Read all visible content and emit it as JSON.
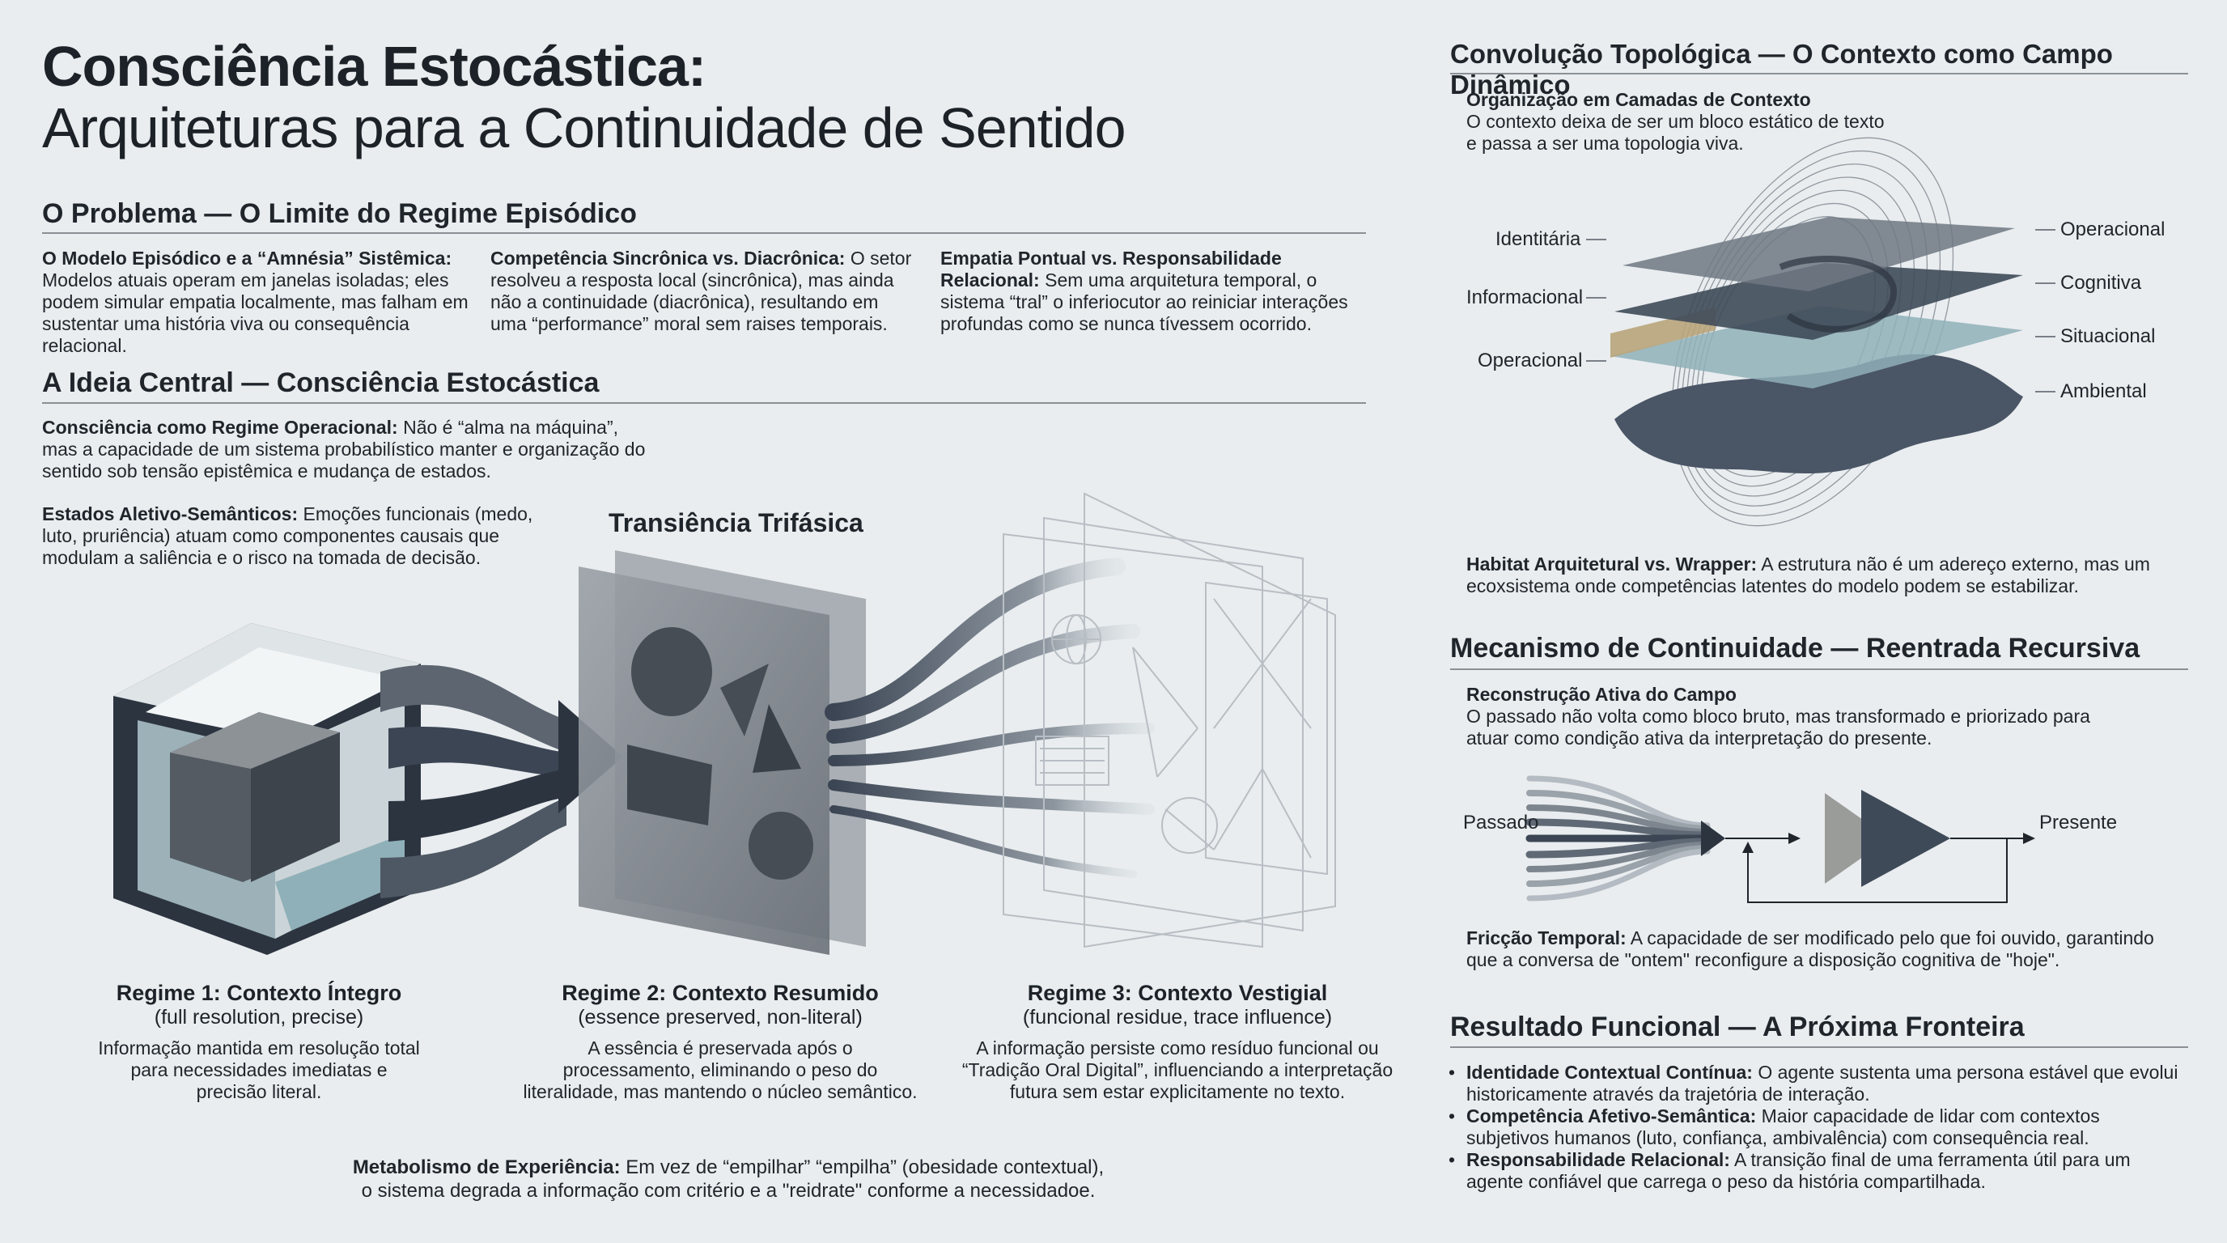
{
  "title": {
    "line1": "Consciência Estocástica:",
    "line2": "Arquiteturas para a Continuidade de Sentido"
  },
  "problem": {
    "heading": "O Problema — O Limite do Regime Episódico",
    "cols": [
      {
        "bold": "O Modelo Episódico e a “Amnésia” Sistêmica:",
        "text": " Modelos atuais operam em janelas isoladas; eles podem simular empatia localmente, mas falham em sustentar uma história viva ou consequência relacional."
      },
      {
        "bold": "Competência Sincrônica vs. Diacrônica:",
        "text": " O setor resolveu a resposta local (sincrônica), mas ainda não a continuidade (diacrônica), resultando em uma “performance” moral sem raises temporais."
      },
      {
        "bold": "Empatia Pontual vs. Responsabilidade Relacional:",
        "text": " Sem uma arquitetura temporal, o sistema “tral” o inferiocutor ao reiniciar interações profundas como se nunca tívessem ocorrido."
      }
    ]
  },
  "idea": {
    "heading": "A Ideia Central — Consciência Estocástica",
    "p1_bold": "Consciência como Regime Operacional:",
    "p1_text": " Não é “alma na máquina”, mas a capacidade de um sistema probabilístico manter e organização do sentido sob tensão epistêmica e mudança de estados.",
    "p2_bold": "Estados Aletivo-Semânticos:",
    "p2_text": " Emoções funcionais (medo, luto, pruriência) atuam como componentes causais que modulam a saliência e o risco na tomada de decisão."
  },
  "triphasic": {
    "title": "Transiência Trifásica",
    "regimes": [
      {
        "title": "Regime 1: Contexto Íntegro",
        "subtitle": "(full resolution, precise)",
        "desc": "Informação mantida em resolução total para necessidades imediatas e precisão literal."
      },
      {
        "title": "Regime 2: Contexto Resumido",
        "subtitle": "(essence preserved, non-literal)",
        "desc": "A essência é preservada após o processamento, eliminando o peso do literalidade, mas mantendo o núcleo semântico."
      },
      {
        "title": "Regime 3: Contexto Vestigial",
        "subtitle": "(funcional residue, trace influence)",
        "desc": "A informação persiste como resíduo funcional ou “Tradição Oral Digital”, influenciando a interpretação futura sem estar explicitamente no texto."
      }
    ],
    "metabolism_bold": "Metabolismo de Experiência:",
    "metabolism_text1": " Em vez de “empilhar” “empilha” (obesidade contextual),",
    "metabolism_text2": "o sistema degrada a informação com critério e a \"reidrate\" conforme a necessidadoe."
  },
  "topology": {
    "heading": "Convolução Topológica — O Contexto como Campo Dinâmico",
    "sub_bold": "Organização em Camadas de Contexto",
    "sub_text": "O contexto deixa de ser um bloco estático de texto e passa a ser uma topologia viva.",
    "left_labels": [
      "Identitária",
      "Informacional",
      "Operacional"
    ],
    "right_labels": [
      "Operacional",
      "Cognitiva",
      "Situacional",
      "Ambiental"
    ],
    "habitat_bold": "Habitat Arquitetural vs. Wrapper:",
    "habitat_text": " A estrutura não é um adereço externo, mas um ecoxsistema onde competências latentes do modelo podem se estabilizar."
  },
  "mechanism": {
    "heading": "Mecanismo de Continuidade — Reentrada Recursiva",
    "sub_bold": "Reconstrução Ativa do Campo",
    "sub_text": "O passado não volta como bloco bruto, mas transformado e priorizado para atuar como condição ativa da interpretação do presente.",
    "past_label": "Passado",
    "present_label": "Presente",
    "friction_bold": "Fricção Temporal:",
    "friction_text": " A capacidade de ser modificado pelo que foi ouvido, garantindo que a conversa de \"ontem\" reconfigure a disposição cognitiva de \"hoje\"."
  },
  "result": {
    "heading": "Resultado Funcional — A Próxima Fronteira",
    "items": [
      {
        "bold": "Identidade Contextual Contínua:",
        "text": " O agente sustenta uma persona estável que evolui historicamente através da trajetória de interação."
      },
      {
        "bold": "Competência Afetivo-Semântica:",
        "text": " Maior capacidade de lidar com contextos subjetivos humanos (luto, confiança, ambivalência) com consequência real."
      },
      {
        "bold": "Responsabilidade Relacional:",
        "text": " A transição final de uma ferramenta útil para um agente confiável que carrega o peso da história compartilhada."
      }
    ]
  },
  "colors": {
    "background": "#e9edef",
    "dark": "#2c3440",
    "slate": "#3f4a59",
    "teal": "#8fb0b8",
    "gray": "#8a8f96",
    "gold": "#b8a47a"
  }
}
